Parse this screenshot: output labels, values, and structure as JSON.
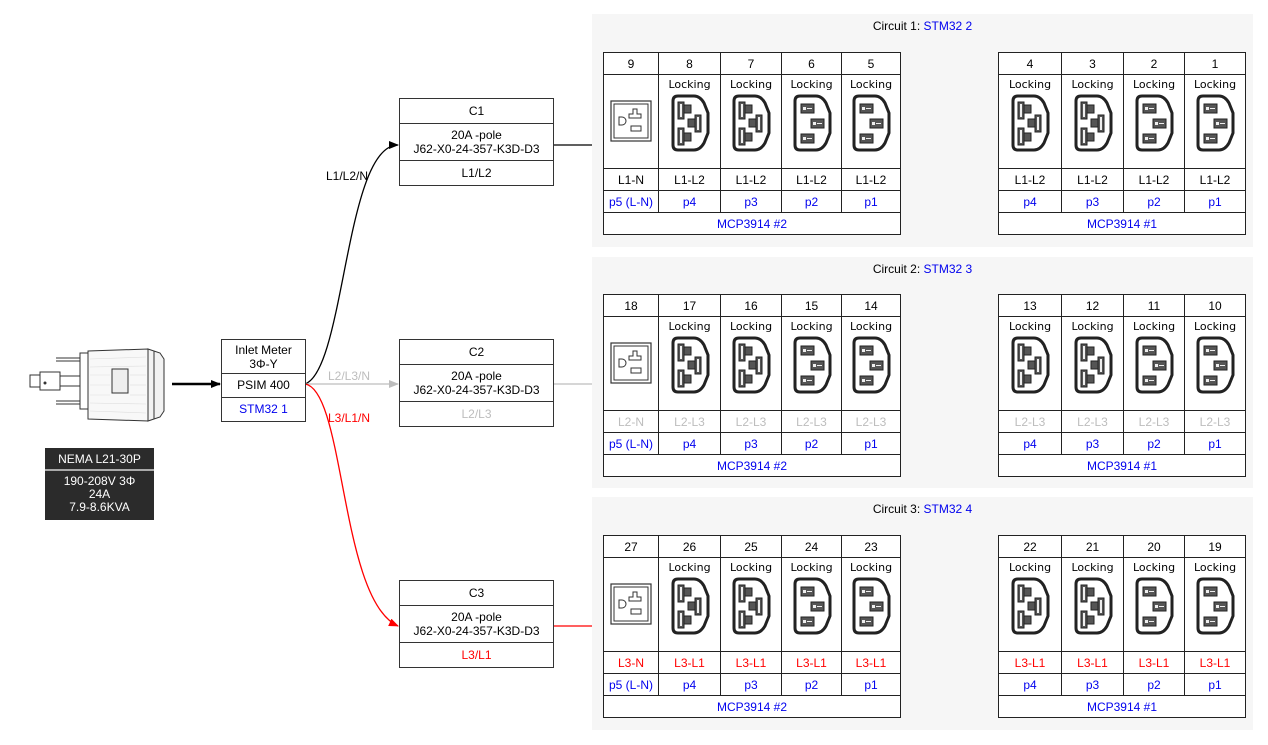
{
  "plug": {
    "icon": "nema-l21-30p-plug-icon",
    "title": "NEMA L21-30P",
    "specs": [
      "190-208V 3Φ",
      "24A",
      "7.9-8.6KVA"
    ]
  },
  "inlet_meter": {
    "title_line1": "Inlet Meter",
    "title_line2": "3Φ-Y",
    "model": "PSIM 400",
    "controller": "STM32 1"
  },
  "colors": {
    "circuit1": "#000000",
    "circuit2": "#bdbdbd",
    "circuit3": "#ff0000",
    "link": "#0000ee",
    "panel_bg": "#f6f6f6"
  },
  "breakers": [
    {
      "name": "C1",
      "spec_line1": "20A -pole",
      "spec_line2": "J62-X0-24-357-K3D-D3",
      "phases": "L1/L2",
      "edge_label": "L1/L2/N"
    },
    {
      "name": "C2",
      "spec_line1": "20A -pole",
      "spec_line2": "J62-X0-24-357-K3D-D3",
      "phases": "L2/L3",
      "edge_label": "L2/L3/N"
    },
    {
      "name": "C3",
      "spec_line1": "20A -pole",
      "spec_line2": "J62-X0-24-357-K3D-D3",
      "phases": "L3/L1",
      "edge_label": "L3/L1/N"
    }
  ],
  "circuits": [
    {
      "title_prefix": "Circuit 1: ",
      "controller": "STM32 2",
      "groupA": {
        "outlets": [
          {
            "num": "9",
            "type": "nema-5-20r",
            "label": "",
            "phase": "L1-N",
            "port": "p5 (L-N)"
          },
          {
            "num": "8",
            "type": "c19-locking",
            "label": "Locking",
            "phase": "L1-L2",
            "port": "p4"
          },
          {
            "num": "7",
            "type": "c19-locking",
            "label": "Locking",
            "phase": "L1-L2",
            "port": "p3"
          },
          {
            "num": "6",
            "type": "c13-locking",
            "label": "Locking",
            "phase": "L1-L2",
            "port": "p2"
          },
          {
            "num": "5",
            "type": "c13-locking",
            "label": "Locking",
            "phase": "L1-L2",
            "port": "p1"
          }
        ],
        "chip": "MCP3914 #2"
      },
      "groupB": {
        "outlets": [
          {
            "num": "4",
            "type": "c19-locking",
            "label": "Locking",
            "phase": "L1-L2",
            "port": "p4"
          },
          {
            "num": "3",
            "type": "c19-locking",
            "label": "Locking",
            "phase": "L1-L2",
            "port": "p3"
          },
          {
            "num": "2",
            "type": "c13-locking",
            "label": "Locking",
            "phase": "L1-L2",
            "port": "p2"
          },
          {
            "num": "1",
            "type": "c13-locking",
            "label": "Locking",
            "phase": "L1-L2",
            "port": "p1"
          }
        ],
        "chip": "MCP3914 #1"
      }
    },
    {
      "title_prefix": "Circuit 2: ",
      "controller": "STM32 3",
      "groupA": {
        "outlets": [
          {
            "num": "18",
            "type": "nema-5-20r",
            "label": "",
            "phase": "L2-N",
            "port": "p5 (L-N)"
          },
          {
            "num": "17",
            "type": "c19-locking",
            "label": "Locking",
            "phase": "L2-L3",
            "port": "p4"
          },
          {
            "num": "16",
            "type": "c19-locking",
            "label": "Locking",
            "phase": "L2-L3",
            "port": "p3"
          },
          {
            "num": "15",
            "type": "c13-locking",
            "label": "Locking",
            "phase": "L2-L3",
            "port": "p2"
          },
          {
            "num": "14",
            "type": "c13-locking",
            "label": "Locking",
            "phase": "L2-L3",
            "port": "p1"
          }
        ],
        "chip": "MCP3914 #2"
      },
      "groupB": {
        "outlets": [
          {
            "num": "13",
            "type": "c19-locking",
            "label": "Locking",
            "phase": "L2-L3",
            "port": "p4"
          },
          {
            "num": "12",
            "type": "c19-locking",
            "label": "Locking",
            "phase": "L2-L3",
            "port": "p3"
          },
          {
            "num": "11",
            "type": "c13-locking",
            "label": "Locking",
            "phase": "L2-L3",
            "port": "p2"
          },
          {
            "num": "10",
            "type": "c13-locking",
            "label": "Locking",
            "phase": "L2-L3",
            "port": "p1"
          }
        ],
        "chip": "MCP3914 #1"
      }
    },
    {
      "title_prefix": "Circuit 3: ",
      "controller": "STM32 4",
      "groupA": {
        "outlets": [
          {
            "num": "27",
            "type": "nema-5-20r",
            "label": "",
            "phase": "L3-N",
            "port": "p5 (L-N)"
          },
          {
            "num": "26",
            "type": "c19-locking",
            "label": "Locking",
            "phase": "L3-L1",
            "port": "p4"
          },
          {
            "num": "25",
            "type": "c19-locking",
            "label": "Locking",
            "phase": "L3-L1",
            "port": "p3"
          },
          {
            "num": "24",
            "type": "c13-locking",
            "label": "Locking",
            "phase": "L3-L1",
            "port": "p2"
          },
          {
            "num": "23",
            "type": "c13-locking",
            "label": "Locking",
            "phase": "L3-L1",
            "port": "p1"
          }
        ],
        "chip": "MCP3914 #2"
      },
      "groupB": {
        "outlets": [
          {
            "num": "22",
            "type": "c19-locking",
            "label": "Locking",
            "phase": "L3-L1",
            "port": "p4"
          },
          {
            "num": "21",
            "type": "c19-locking",
            "label": "Locking",
            "phase": "L3-L1",
            "port": "p3"
          },
          {
            "num": "20",
            "type": "c13-locking",
            "label": "Locking",
            "phase": "L3-L1",
            "port": "p2"
          },
          {
            "num": "19",
            "type": "c13-locking",
            "label": "Locking",
            "phase": "L3-L1",
            "port": "p1"
          }
        ],
        "chip": "MCP3914 #1"
      }
    }
  ]
}
